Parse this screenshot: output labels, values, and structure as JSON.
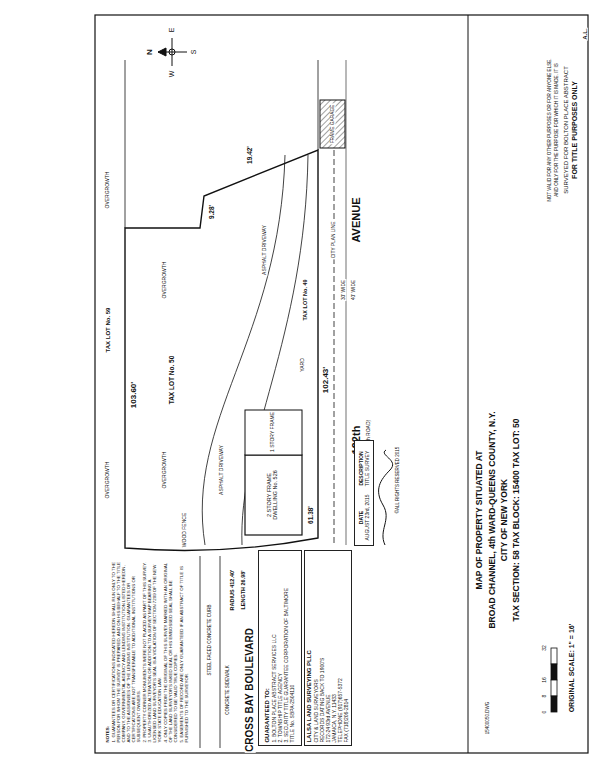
{
  "diagram": {
    "nodes": [
      {
        "text": [
          "GUARANTEED TO:",
          "1. BOLTON PLACE ABSTRACT SERVICES LLC",
          "2. TOWNSHIP TITLE AGENCY",
          "3. SECURITY TITLE GUARANTEE CORPORATION OF BALTIMORE",
          "TITLE No. SBPA-2504110"
        ]
      },
      {
        "text": [
          "LALSA LAND SURVEYING PLLC",
          "CITY & LAND SURVEYORS",
          "RECORDS DATING BACK TO 1900'S",
          "172-24 93rd AVENUE",
          "JAMAICA, N.Y. 11433",
          "TELEPHONE (917)657-5372",
          "FAX (718)206-2814"
        ]
      },
      {
        "text": [
          "DATE",
          "DESCRIPTION",
          "AUGUST 23rd, 2015",
          "TITLE SURVEY"
        ]
      }
    ],
    "labels": [
      "A.L.",
      "FOR TITLE PURPOSES ONLY",
      "SURVEYED FOR BOLTON PLACE ABSTRACT",
      "AND ONLY FOR THE PURPOSE FOR WHICH IT IS MADE. IT IS",
      "NOT VALID FOR ANY OTHER PURPOSES OR FOR ANYONE ELSE.",
      "MAP OF PROPERTY SITUATED AT",
      "BROAD CHANNEL, 4th WARD-QUEENS COUNTY, N.Y.",
      "CITY OF NEW YORK",
      "TAX SECTION: 58 TAX BLOCK: 15400 TAX LOT: 50",
      "15400050.DWG",
      "0",
      "8",
      "16",
      "32",
      "ORIGINAL SCALE: 1\" = 16'",
      "©ALL RIGHTS RESERVED 2015",
      "N",
      "E",
      "S",
      "W",
      "TAX LOT No. 59",
      "OVERGROWTH",
      "OVERGROWTH",
      "OVERGROWTH",
      "OVERGROWTH",
      "103.60'",
      "TAX LOT No. 50",
      "ASPHALT DRIVEWAY",
      "ASPHALT DRIVEWAY",
      "9.28'",
      "19.42'",
      "FRAME GARAGE",
      "CITY PLAN LINE",
      "30' WIDE",
      "40' WIDE",
      "TAX LOT No. 49",
      "YARD",
      "102.43'",
      "192th",
      "AVENUE",
      "(EAST 6th ROAD)",
      "2 STORY FRAME DWELLING No. 526",
      "1 STORY FRAME",
      "61.38'",
      "WOOD FENCE",
      "RADIUS 412.40'",
      "LENGTH 26.98'",
      "STEEL FACED CONCRETE CURB",
      "CONCRETE SIDEWALK",
      "CROSS BAY BOULEVARD",
      "NOTES:",
      "1. GUARANTEES OR CERTIFICATIONS INDICATED HEREON SHALL RUN ONLY TO THE PERSON FOR WHOM THE SURVEY IS PREPARED, AND ON HIS BEHALF TO THE TITLE COMPANY, GOVERNMENTAL AGENCY AND LENDING INSTITUTION LISTED HEREON, AND TO THE ASSIGNEES OF THE LENDING INSTITUTION. GUARANTEES OR CERTIFICATIONS ARE NOT TRANSFERABLE TO ADDITIONAL INSTITUTIONS OR SUBSEQUENT OWNERS.",
      "2. PROPERTY CORNER MONUMENTS WERE NOT PLACED AS PART OF THIS SURVEY.",
      "3. UNAUTHORIZED ALTERATION OR ADDITION TO A SURVEY MAP BEARING A LICENSED LAND SURVEYOR'S SEAL IS A VIOLATION OF SECTION 7209 OF THE NEW YORK STATE EDUCATION LAW.",
      "4. ONLY COPIES FROM THE ORIGINAL OF THIS SURVEY MARKED WITH AN ORIGINAL OF THE LAND SURVEYOR'S INKED SEAL OR HIS EMBOSSED SEAL SHALL BE CONSIDERED TO BE VALID TRUE COPIES.",
      "5. EASEMENTS OF RECORD ARE ONLY GUARANTEED IF AN ABSTRACT OF TITLE IS FURNISHED TO THE SURVEYOR."
    ]
  }
}
